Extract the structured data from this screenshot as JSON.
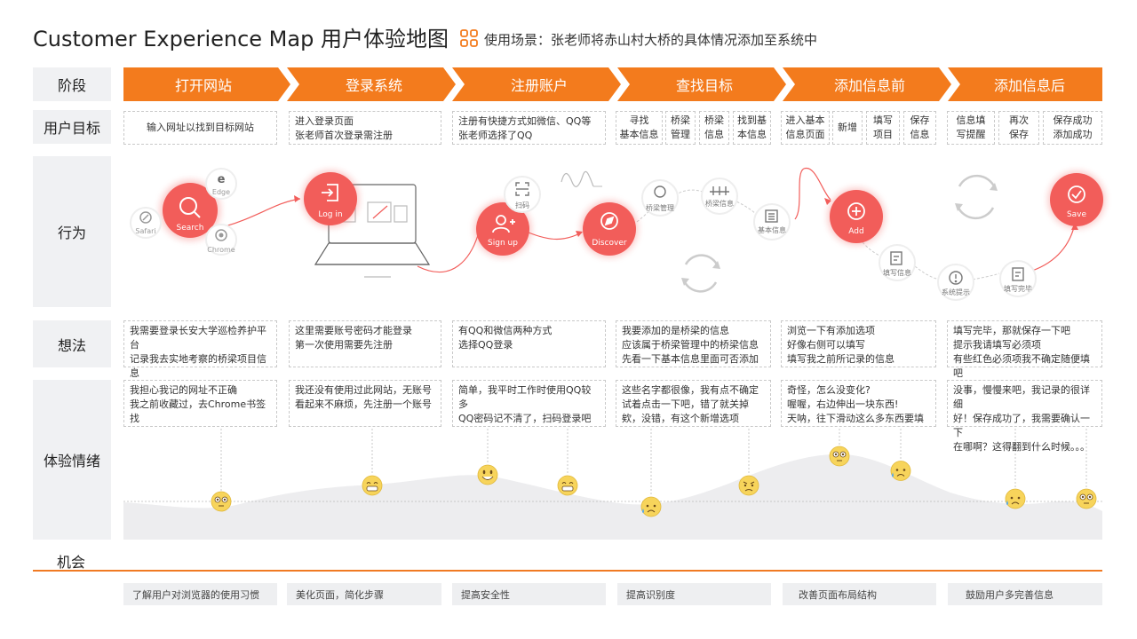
{
  "header": {
    "title": "Customer Experience Map 用户体验地图",
    "subtitle": "使用场景：张老师将赤山村大桥的具体情况添加至系统中"
  },
  "row_labels": {
    "stage": "阶段",
    "goal": "用户目标",
    "behavior": "行为",
    "thoughts": "想法",
    "emotion": "体验情绪",
    "opportunity": "机会"
  },
  "stages": [
    "打开网站",
    "登录系统",
    "注册账户",
    "查找目标",
    "添加信息前",
    "添加信息后"
  ],
  "goals": {
    "g1": "输入网址以找到目标网站",
    "g2": "进入登录页面\n张老师首次登录需注册",
    "g3": "注册有快捷方式如微信、QQ等\n张老师选择了QQ",
    "g4": [
      "寻找\n基本信息",
      "桥梁\n管理",
      "桥梁\n信息",
      "找到基\n本信息"
    ],
    "g5": [
      "进入基本\n信息页面",
      "新增",
      "填写\n项目",
      "保存\n信息"
    ],
    "g6": [
      "信息填\n写提醒",
      "再次\n保存",
      "保存成功\n添加成功"
    ]
  },
  "behavior": {
    "search": "Search",
    "safari": "Safari",
    "edge": "Edge",
    "chrome": "Chrome",
    "login": "Log in",
    "scan": "扫码",
    "signup": "Sign up",
    "discover": "Discover",
    "bridge_mgmt": "桥梁管理",
    "bridge_info": "桥梁信息",
    "basic_info": "基本信息",
    "add": "Add",
    "fill_info": "填写信息",
    "sys_hint": "系统提示",
    "fill_done": "填写完毕",
    "save": "Save"
  },
  "thoughts": [
    "我需要登录长安大学巡检养护平台\n记录我去实地考察的桥梁项目信息",
    "这里需要账号密码才能登录\n第一次使用需要先注册",
    "有QQ和微信两种方式\n选择QQ登录",
    "我要添加的是桥梁的信息\n应该属于桥梁管理中的桥梁信息\n先看一下基本信息里面可否添加",
    "浏览一下有添加选项\n好像右侧可以填写\n填写我之前所记录的信息",
    "填写完毕，那就保存一下吧\n提示我请填写必须项\n有些红色必须项我不确定随便填吧"
  ],
  "emotions": [
    "我担心我记的网址不正确\n我之前收藏过，去Chrome书签找",
    "我还没有使用过此网站，无账号\n看起来不麻烦，先注册一个账号",
    "简单，我平时工作时使用QQ较多\nQQ密码记不清了，扫码登录吧",
    "这些名字都很像，我有点不确定\n试着点击一下吧，错了就关掉\n欸，没错，有这个新增选项",
    "奇怪，怎么没变化?\n喔喔，右边伸出一块东西!\n天呐，往下滑动这么多东西要填",
    "没事，慢慢来吧，我记录的很详细\n好！保存成功了，我需要确认一下\n在哪啊？这得翻到什么时候。。。"
  ],
  "opportunities": [
    "了解用户对浏览器的使用习惯",
    "美化页面，简化步骤",
    "提高安全性",
    "提高识别度",
    "改善页面布局结构",
    "鼓励用户多完善信息"
  ],
  "colors": {
    "accent": "#f37b1d",
    "node_red": "#f25d5a",
    "grey_row": "#f0f1f3",
    "emoji": "#f7d45b"
  },
  "emotion_points": [
    {
      "id": "e1",
      "face": "flushed",
      "score": 1.0
    },
    {
      "id": "e2",
      "face": "grin",
      "score": 2.2
    },
    {
      "id": "e3",
      "face": "smile",
      "score": 3.0
    },
    {
      "id": "e4",
      "face": "grin",
      "score": 2.2
    },
    {
      "id": "e5",
      "face": "sweat",
      "score": 0.6
    },
    {
      "id": "e6",
      "face": "disappointed",
      "score": 2.2
    },
    {
      "id": "e7",
      "face": "flushed",
      "score": 4.4
    },
    {
      "id": "e8",
      "face": "sweat",
      "score": 3.3
    },
    {
      "id": "e9",
      "face": "sweat",
      "score": 1.2
    },
    {
      "id": "e10",
      "face": "flushed",
      "score": 1.2
    }
  ]
}
